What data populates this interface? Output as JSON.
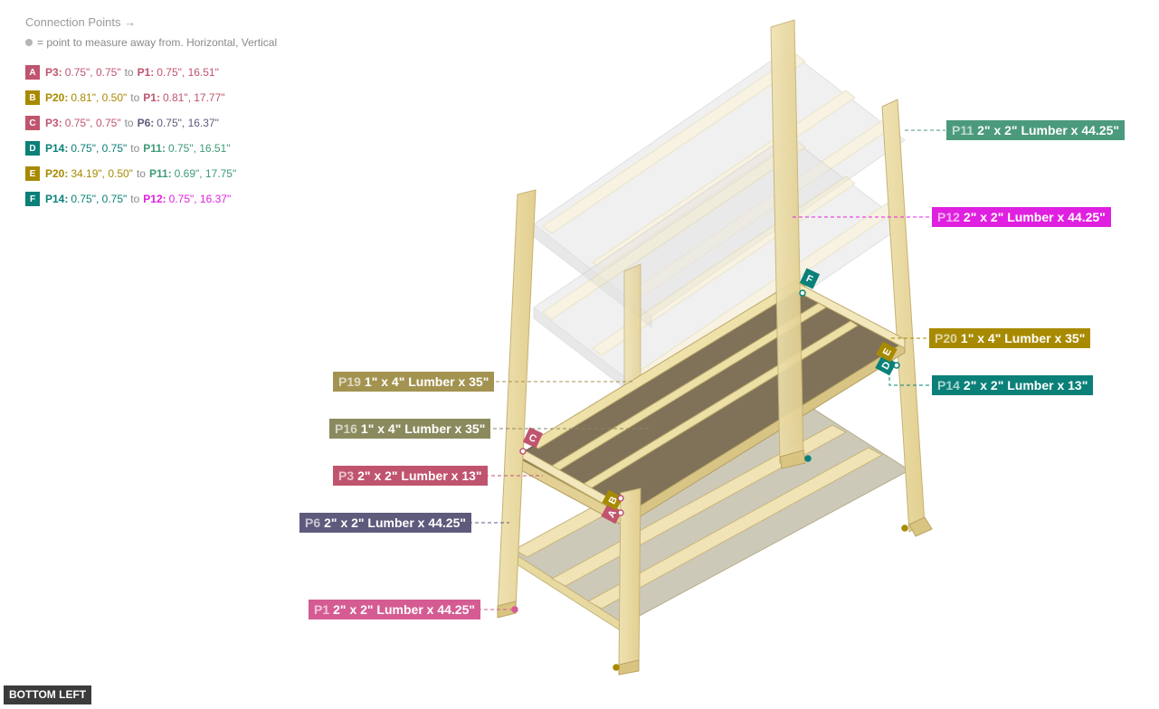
{
  "legend": {
    "title": "Connection Points →",
    "note": "= point to measure away from. Horizontal, Vertical",
    "items": [
      {
        "id": "A",
        "color": "#c0546e",
        "from": "P3:",
        "from_val": "0.75\", 0.75\"",
        "to": "P1:",
        "to_val": "0.75\", 16.51\"",
        "to_color": "#c0546e"
      },
      {
        "id": "B",
        "color": "#a88a00",
        "from": "P20:",
        "from_val": "0.81\", 0.50\"",
        "to": "P1:",
        "to_val": "0.81\", 17.77\"",
        "to_color": "#c0546e"
      },
      {
        "id": "C",
        "color": "#c0546e",
        "from": "P3:",
        "from_val": "0.75\", 0.75\"",
        "to": "P6:",
        "to_val": "0.75\", 16.37\"",
        "to_color": "#5e5a7c"
      },
      {
        "id": "D",
        "color": "#0a8078",
        "from": "P14:",
        "from_val": "0.75\", 0.75\"",
        "to": "P11:",
        "to_val": "0.75\", 16.51\"",
        "to_color": "#3e9a76"
      },
      {
        "id": "E",
        "color": "#a88a00",
        "from": "P20:",
        "from_val": "34.19\", 0.50\"",
        "to": "P11:",
        "to_val": "0.69\", 17.75\"",
        "to_color": "#3e9a76"
      },
      {
        "id": "F",
        "color": "#0a8078",
        "from": "P14:",
        "from_val": "0.75\", 0.75\"",
        "to": "P12:",
        "to_val": "0.75\", 16.37\"",
        "to_color": "#e020e0"
      }
    ]
  },
  "parts": [
    {
      "key": "p11",
      "id": "P11",
      "desc": "2\" x 2\" Lumber x 44.25\"",
      "color": "#4b9a7c"
    },
    {
      "key": "p12",
      "id": "P12",
      "desc": "2\" x 2\" Lumber x 44.25\"",
      "color": "#e020e0"
    },
    {
      "key": "p20",
      "id": "P20",
      "desc": "1\" x 4\" Lumber  x 35\"",
      "color": "#a88a00"
    },
    {
      "key": "p14",
      "id": "P14",
      "desc": "2\" x 2\" Lumber x 13\"",
      "color": "#0a8078"
    },
    {
      "key": "p19",
      "id": "P19",
      "desc": "1\" x 4\" Lumber  x 35\"",
      "color": "#a39350"
    },
    {
      "key": "p16",
      "id": "P16",
      "desc": "1\" x 4\" Lumber  x 35\"",
      "color": "#8a8a5e"
    },
    {
      "key": "p3",
      "id": "P3",
      "desc": "2\" x 2\" Lumber x 13\"",
      "color": "#c0546e"
    },
    {
      "key": "p6",
      "id": "P6",
      "desc": "2\" x 2\" Lumber x 44.25\"",
      "color": "#5e5a7c"
    },
    {
      "key": "p1",
      "id": "P1",
      "desc": "2\" x 2\" Lumber x 44.25\"",
      "color": "#d55c93"
    }
  ],
  "markers": [
    "A",
    "B",
    "C",
    "D",
    "E",
    "F"
  ],
  "view_label": "BOTTOM LEFT"
}
